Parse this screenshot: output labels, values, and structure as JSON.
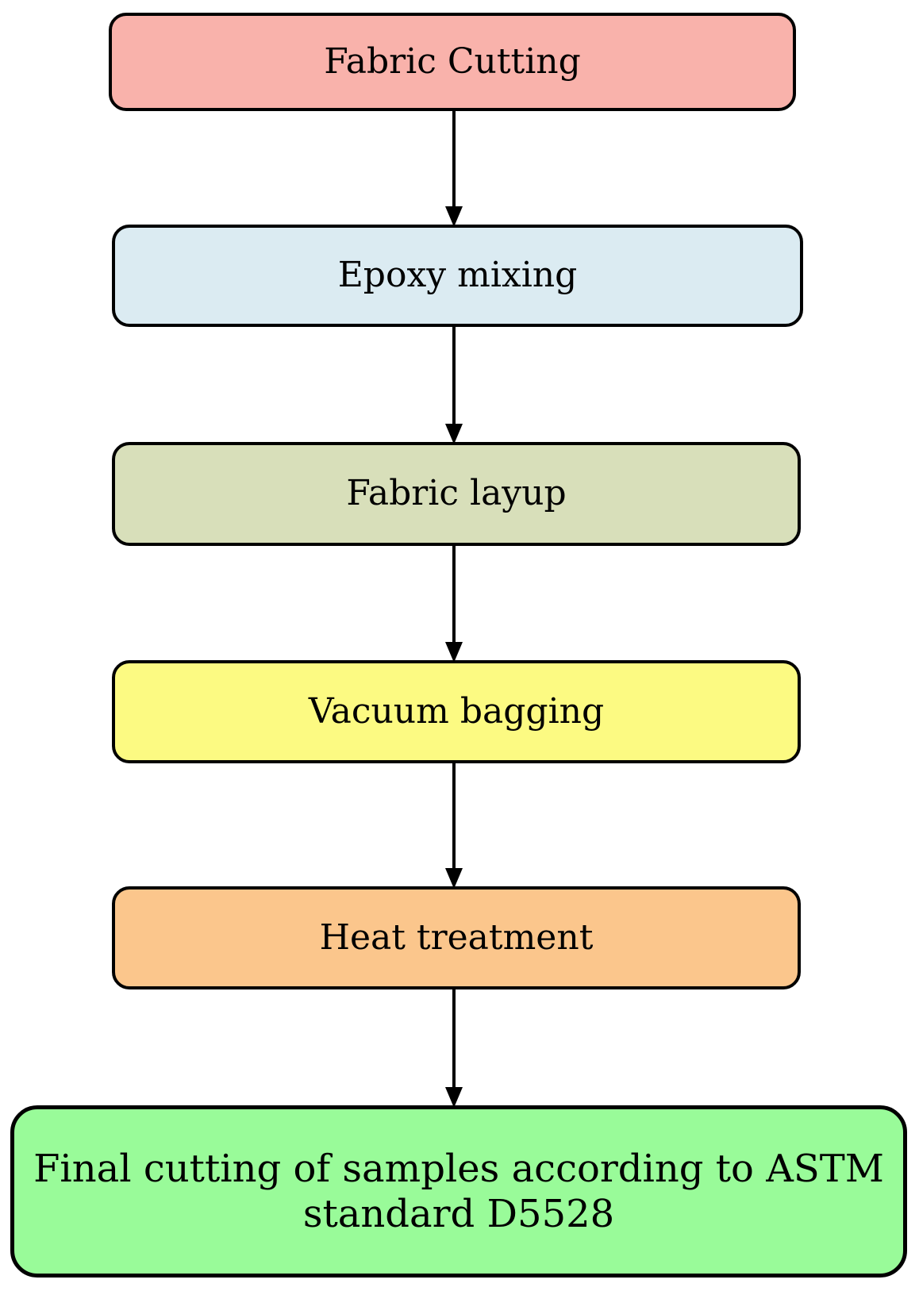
{
  "flowchart": {
    "type": "process-flow",
    "direction": "top-down",
    "background": "#ffffff",
    "border_color": "#000000",
    "text_color": "#000000",
    "arrow_color": "#000000",
    "arrow_icon": "down-arrow",
    "nodes": [
      {
        "id": "fabric-cutting",
        "label": "Fabric Cutting",
        "fill": "#f9b2ab"
      },
      {
        "id": "epoxy-mixing",
        "label": "Epoxy mixing",
        "fill": "#dbebf2"
      },
      {
        "id": "fabric-layup",
        "label": "Fabric layup",
        "fill": "#d8dfba"
      },
      {
        "id": "vacuum-bagging",
        "label": "Vacuum bagging",
        "fill": "#fcfa82"
      },
      {
        "id": "heat-treatment",
        "label": "Heat treatment",
        "fill": "#fbc68c"
      },
      {
        "id": "final-cutting",
        "label": "Final cutting of samples according to ASTM standard D5528",
        "lines": [
          "Final cutting of samples according to ASTM",
          "standard D5528"
        ],
        "fill": "#99fb99"
      }
    ],
    "connections": [
      {
        "from": "fabric-cutting",
        "to": "epoxy-mixing"
      },
      {
        "from": "epoxy-mixing",
        "to": "fabric-layup"
      },
      {
        "from": "fabric-layup",
        "to": "vacuum-bagging"
      },
      {
        "from": "vacuum-bagging",
        "to": "heat-treatment"
      },
      {
        "from": "heat-treatment",
        "to": "final-cutting"
      }
    ]
  }
}
